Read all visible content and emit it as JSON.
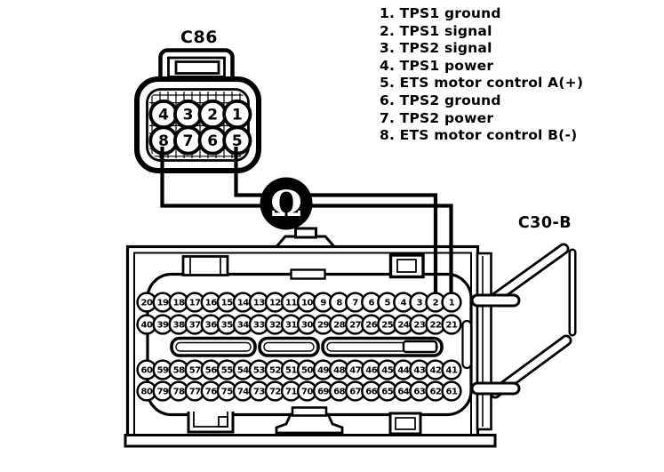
{
  "diagram": {
    "colors": {
      "ink": "#000000",
      "paper": "#ffffff"
    },
    "c86": {
      "label": "C86",
      "pin_rows": [
        [
          "4",
          "3",
          "2",
          "1"
        ],
        [
          "8",
          "7",
          "6",
          "5"
        ]
      ]
    },
    "meter": {
      "symbol": "Ω",
      "name": "ohmmeter"
    },
    "c30b": {
      "label": "C30-B",
      "pin_rows": [
        [
          "20",
          "19",
          "18",
          "17",
          "16",
          "15",
          "14",
          "13",
          "12",
          "11",
          "10",
          "9",
          "8",
          "7",
          "6",
          "5",
          "4",
          "3",
          "2",
          "1"
        ],
        [
          "40",
          "39",
          "38",
          "37",
          "36",
          "35",
          "34",
          "33",
          "32",
          "31",
          "30",
          "29",
          "28",
          "27",
          "26",
          "25",
          "24",
          "23",
          "22",
          "21"
        ],
        [
          "60",
          "59",
          "58",
          "57",
          "56",
          "55",
          "54",
          "53",
          "52",
          "51",
          "50",
          "49",
          "48",
          "47",
          "46",
          "45",
          "44",
          "43",
          "42",
          "41"
        ],
        [
          "80",
          "79",
          "78",
          "77",
          "76",
          "75",
          "74",
          "73",
          "72",
          "71",
          "70",
          "69",
          "68",
          "67",
          "66",
          "65",
          "64",
          "63",
          "62",
          "61"
        ]
      ]
    },
    "legend": {
      "items": [
        "1. TPS1 ground",
        "2. TPS1 signal",
        "3. TPS2 signal",
        "4. TPS1 power",
        "5. ETS motor control A(+)",
        "6. TPS2 ground",
        "7. TPS2 power",
        "8. ETS motor control B(-)"
      ]
    },
    "connections": [
      {
        "from": "C86 pin 5",
        "via": "ohmmeter",
        "to": "C30-B pin 2"
      },
      {
        "from": "C86 pin 8",
        "via": "ohmmeter",
        "to": "C30-B pin 1"
      }
    ]
  }
}
